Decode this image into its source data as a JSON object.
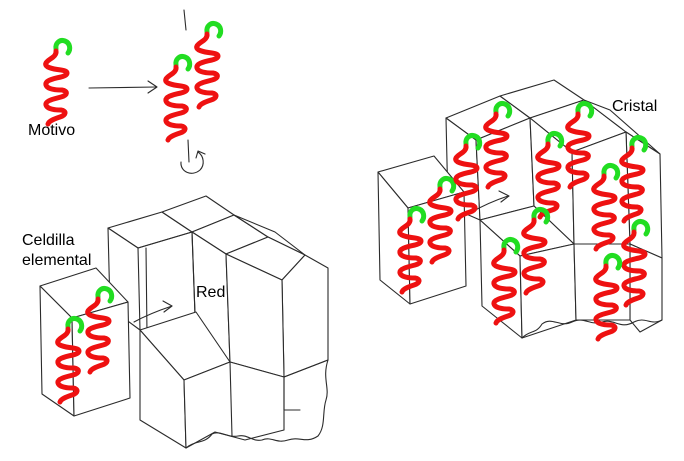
{
  "labels": {
    "motif": "Motivo",
    "unit_cell_line1": "Celdilla",
    "unit_cell_line2": "elemental",
    "lattice": "Red",
    "crystal": "Cristal"
  },
  "colors": {
    "helix_body": "#ee1111",
    "helix_tip": "#22dd22",
    "line": "#2b2b2b"
  },
  "icons": {
    "helix": "red-coil-with-green-tip",
    "arrow": "right-arrow",
    "rotation": "rotation-arrow"
  }
}
